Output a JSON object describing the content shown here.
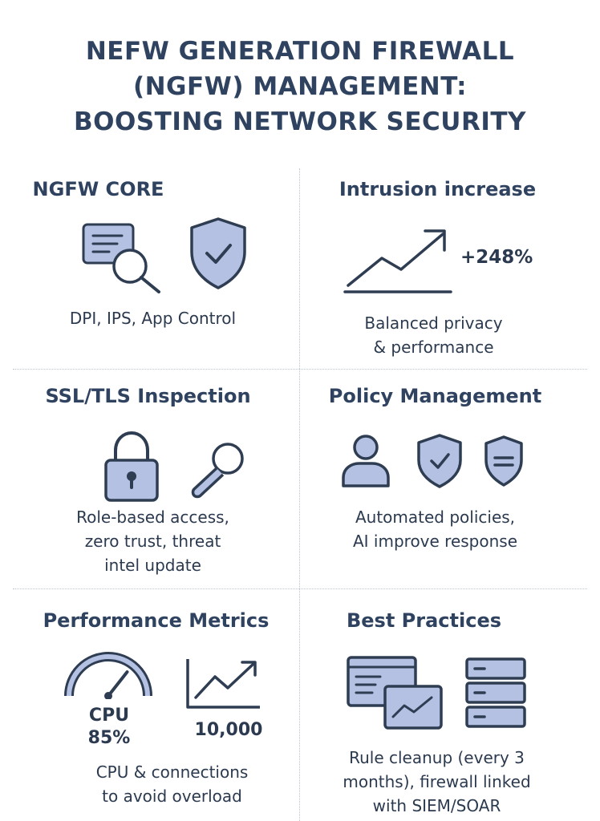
{
  "title": {
    "line1": "NEFW GENERATION FIREWALL",
    "line2": "(NGFW) MANAGEMENT:",
    "line3": "BOOSTING NETWORK SECURITY"
  },
  "colors": {
    "heading": "#2f4360",
    "icon_stroke": "#2f3d52",
    "icon_fill": "#b4c1e3",
    "divider": "#b9c4d4"
  },
  "sections": {
    "ngfw_core": {
      "heading": "NGFW CORE",
      "desc": "DPI, IPS, App Control",
      "icons": [
        "document-search-icon",
        "shield-check-icon"
      ]
    },
    "intrusion": {
      "heading": "Intrusion increase",
      "value": "+248%",
      "desc_line1": "Balanced privacy",
      "desc_line2": "& performance",
      "icons": [
        "trend-up-arrow-icon"
      ]
    },
    "ssl": {
      "heading": "SSL/TLS Inspection",
      "desc_line1": "Role-based access,",
      "desc_line2": "zero trust, threat",
      "desc_line3": "intel update",
      "icons": [
        "padlock-icon",
        "key-icon"
      ]
    },
    "policy": {
      "heading": "Policy Management",
      "desc_line1": "Automated policies,",
      "desc_line2": "AI improve response",
      "icons": [
        "user-icon",
        "shield-check-icon",
        "shield-badge-icon"
      ]
    },
    "performance": {
      "heading": "Performance Metrics",
      "cpu_label": "CPU",
      "cpu_value": "85%",
      "cpu_level_percent": 85,
      "connections_value": "10,000",
      "desc_line1": "CPU & connections",
      "desc_line2": "to avoid overload",
      "icons": [
        "gauge-icon",
        "line-chart-icon"
      ]
    },
    "best_practices": {
      "heading": "Best Practices",
      "desc_line1": "Rule cleanup (every 3",
      "desc_line2": "months), firewall linked",
      "desc_line3": "with SIEM/SOAR",
      "icons": [
        "dashboard-windows-icon",
        "server-rack-icon"
      ]
    }
  }
}
